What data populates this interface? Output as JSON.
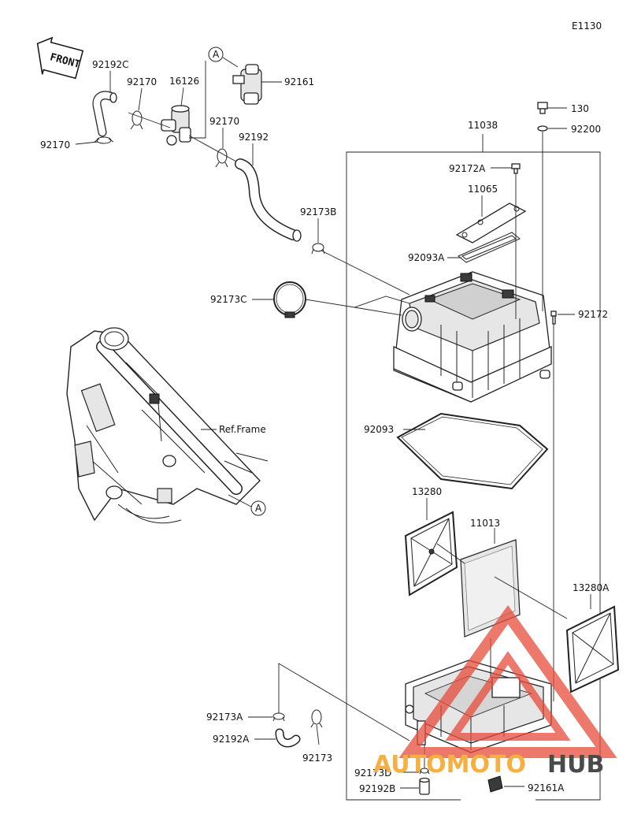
{
  "diagram_code": "E1130",
  "front_label": "FRONT",
  "ref_frame_label": "Ref.Frame",
  "callout_letter": "A",
  "part_numbers": {
    "p92192C": "92192C",
    "p92170_a": "92170",
    "p16126": "16126",
    "p92161": "92161",
    "p92170_b": "92170",
    "p92192": "92192",
    "p92170_c": "92170",
    "p92173B": "92173B",
    "p92173C": "92173C",
    "p11038": "11038",
    "p130": "130",
    "p92200": "92200",
    "p92172A": "92172A",
    "p11065": "11065",
    "p92093A": "92093A",
    "p92172": "92172",
    "p92093": "92093",
    "p13280": "13280",
    "p11013": "11013",
    "p13280A": "13280A",
    "p92173A": "92173A",
    "p92192A": "92192A",
    "p92173": "92173",
    "p92173D": "92173D",
    "p92192B": "92192B",
    "p92161A": "92161A"
  },
  "watermark": {
    "part1": "AUTOMOTO",
    "part2": "HUB",
    "color1": "#f5b041",
    "color2": "#4a4a4a",
    "logo_color": "#e74c3c"
  }
}
